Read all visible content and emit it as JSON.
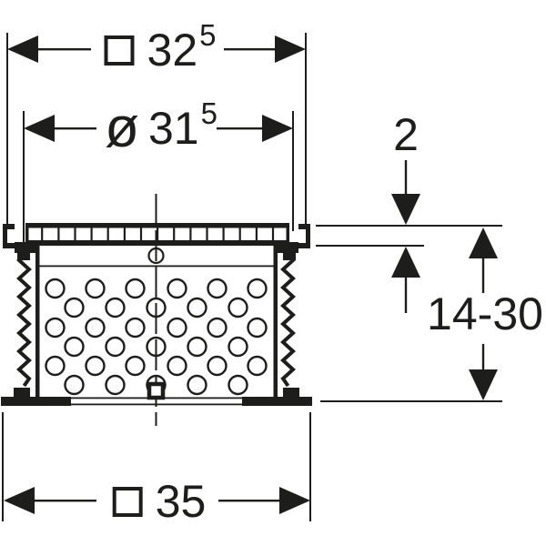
{
  "figure": {
    "type": "technical cross-section drawing of a perforated floor-drain collar with grate",
    "ink_color": "#1d1d1b",
    "background_color": "#ffffff"
  },
  "dimensions": {
    "top_width": {
      "symbol": "□",
      "value": "32",
      "sup": "5"
    },
    "inner_diameter": {
      "prefix": "ø",
      "value": "31",
      "sup": "5"
    },
    "grate_thickness": {
      "value": "2"
    },
    "height_range": {
      "value": "14-30"
    },
    "base_width": {
      "symbol": "□",
      "value": "35"
    }
  }
}
